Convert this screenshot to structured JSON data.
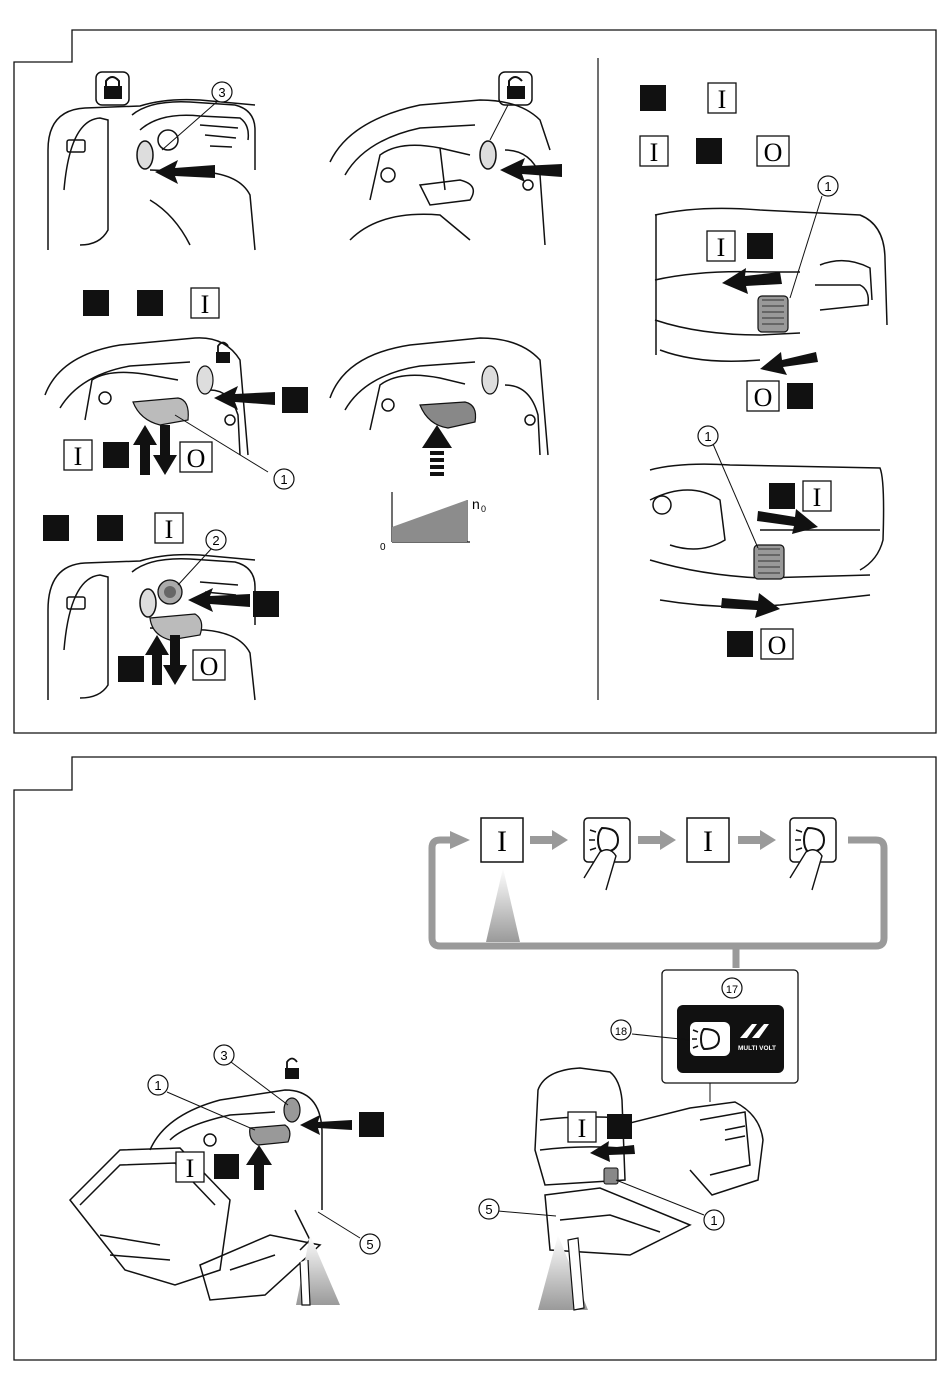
{
  "symbols": {
    "on": "I",
    "off": "O"
  },
  "callouts": {
    "n1": "1",
    "n2": "2",
    "n3": "3",
    "n5": "5",
    "n17": "17",
    "n18": "18"
  },
  "speed_graph": {
    "y_label": "n",
    "y_subscript": "0",
    "origin": "0"
  },
  "battery_badge": {
    "text": "MULTI VOLT"
  },
  "colors": {
    "ink": "#111111",
    "gray_arrow": "#9a9a9a",
    "graph_fill": "#8c8c8c",
    "light_beam": "#b5b5b5"
  },
  "icons": {
    "lock": "lock-icon",
    "unlock": "unlock-icon",
    "light": "light-icon"
  }
}
